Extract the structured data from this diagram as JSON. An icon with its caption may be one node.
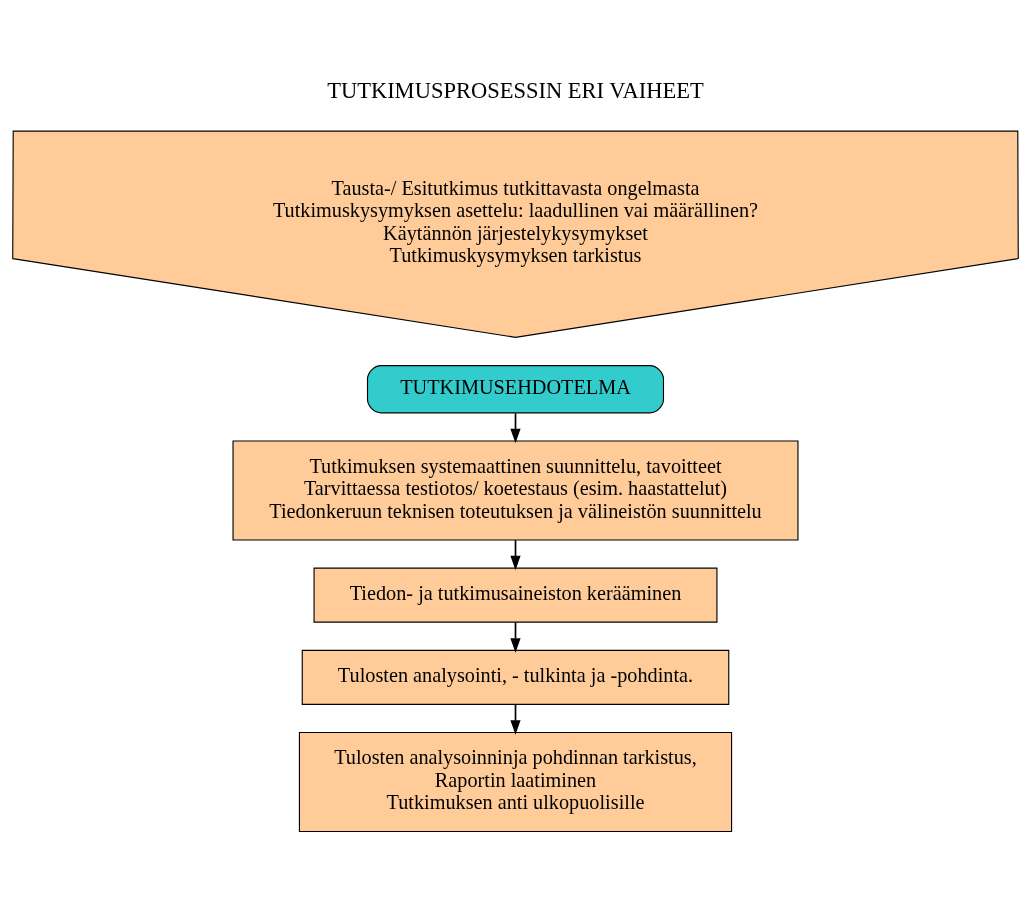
{
  "diagram": {
    "title": "TUTKIMUSPROSESSIN ERI VAIHEET",
    "nodes": [
      {
        "text": [
          "Tausta-/ Esitutkimus tutkittavasta ongelmasta",
          "Tutkimuskysymyksen asettelu: laadullinen vai määrällinen?",
          "Käytännön järjestelykysymykset",
          "Tutkimuskysymyksen tarkistus"
        ]
      },
      {
        "text": [
          "TUTKIMUSEHDOTELMA"
        ]
      },
      {
        "text": [
          "Tutkimuksen systemaattinen suunnittelu, tavoitteet",
          "Tarvittaessa testiotos/ koetestaus (esim. haastattelut)",
          "Tiedonkeruun teknisen toteutuksen ja välineistön suunnittelu"
        ]
      },
      {
        "text": [
          "Tiedon- ja tutkimusaineiston kerääminen"
        ]
      },
      {
        "text": [
          "Tulosten analysointi, - tulkinta ja -pohdinta."
        ]
      },
      {
        "text": [
          "Tulosten analysoinninja pohdinnan tarkistus,",
          "Raportin laatiminen",
          "Tutkimuksen anti ulkopuolisille"
        ]
      }
    ],
    "edges": [
      {
        "from": 1,
        "to": 2,
        "arrow": "to"
      },
      {
        "from": 2,
        "to": 3,
        "arrow": "to"
      },
      {
        "from": 3,
        "to": 4,
        "arrow": "to"
      },
      {
        "from": 4,
        "to": 5,
        "arrow": "to"
      }
    ]
  }
}
